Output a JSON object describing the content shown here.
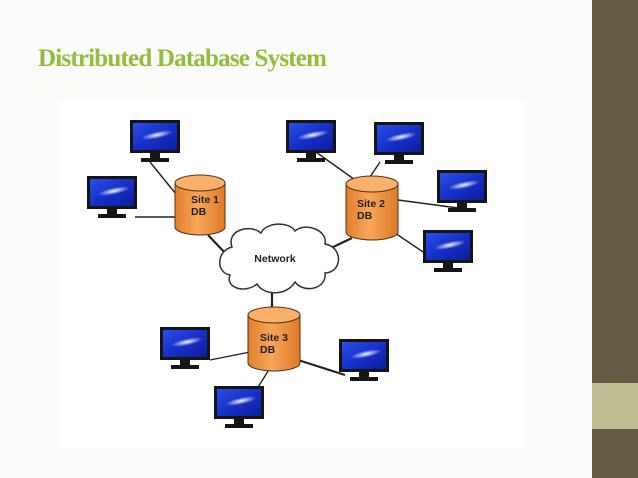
{
  "slide": {
    "title": "Distributed Database System",
    "colors": {
      "title": "#8fbf3b",
      "side_bar": "#655a44",
      "side_accent": "#c1bd92"
    }
  },
  "diagram": {
    "network": {
      "label": "Network"
    },
    "sites": [
      {
        "line1": "Site 1",
        "line2": "DB"
      },
      {
        "line1": "Site 2",
        "line2": "DB"
      },
      {
        "line1": "Site 3",
        "line2": "DB"
      }
    ],
    "colors": {
      "database": "#f29a4a",
      "monitor_screen": "#1f3fd1",
      "monitor_frame": "#151515"
    },
    "icons": [
      "monitor-icon",
      "database-cylinder-icon",
      "cloud-icon"
    ]
  }
}
